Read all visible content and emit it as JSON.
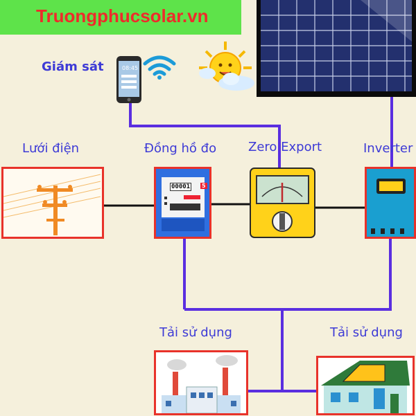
{
  "brand": {
    "text": "Truongphucsolar.vn"
  },
  "labels": {
    "monitoring": "Giám sát",
    "grid": "Lưới điện",
    "meter": "Đồng hồ đo",
    "zero_export": "Zero Export",
    "inverter": "Inverter",
    "load_left": "Tải sử dụng",
    "load_right": "Tải sử dụng"
  },
  "phone": {
    "time": "08:45"
  },
  "meter": {
    "reading": "00001",
    "unit_badge": "5"
  },
  "colors": {
    "brand_red": "#ee2b2b",
    "brand_green": "#5ee34a",
    "wire_purple": "#5a2ee0",
    "box_red": "#e8322a",
    "label_blue": "#3d3ad6"
  }
}
